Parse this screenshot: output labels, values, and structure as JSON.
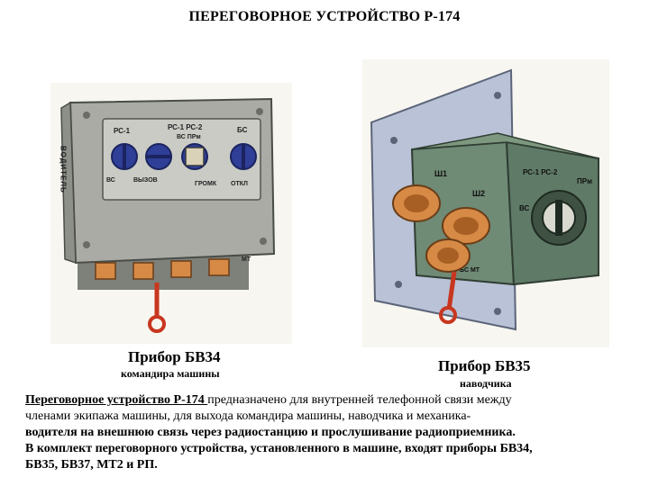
{
  "title": "ПЕРЕГОВОРНОЕ УСТРОЙСТВО Р-174",
  "figures": {
    "bv34": {
      "caption": "Прибор БВ34",
      "subcaption": "командира машины",
      "labels": {
        "vertical": "ВОДИТЕЛЬ",
        "rs1_left": "РС-1",
        "rs1_rs2": "РС-1 РС-2",
        "vs_prm": "ВС ПРм",
        "bs": "БС",
        "vs_bottom": "ВС",
        "vyzov": "ВЫЗОВ",
        "gromk": "ГРОМК",
        "otkl": "ОТКЛ",
        "mt": "МТ"
      }
    },
    "bv35": {
      "caption": "Прибор БВ35",
      "subcaption": "наводчика",
      "labels": {
        "sh1": "Ш1",
        "sh2": "Ш2",
        "rs1_rs2": "РС-1 РС-2",
        "vs": "ВС",
        "prm": "ПРм",
        "bs_mt": "БС МТ"
      }
    }
  },
  "description": {
    "underlined": "Переговорное устройство Р-174 ",
    "line1_rest": "предназначено для внутренней телефонной связи между",
    "line2": "членами экипажа машины, для выхода командира машины, наводчика и механика-",
    "line3": "водителя на внешнюю связь через радиостанцию и прослушивание радиоприемника.",
    "line4": "В комплект переговорного устройства, установленного в машине, входят приборы БВ34,",
    "line5": "БВ35, БВ37, МТ2 и РП."
  },
  "colors": {
    "bv34_body": "#a9aba4",
    "bv34_panel": "#c9cbc4",
    "knob_blue": "#2f3f97",
    "bv35_body": "#5f7a66",
    "mount_plate": "#b9c2d6",
    "connector_orange": "#d68a46",
    "cable_red": "#c8361f"
  }
}
